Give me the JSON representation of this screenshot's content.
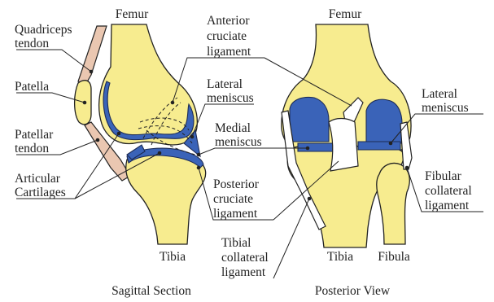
{
  "sagittal": {
    "title": "Sagittal Section",
    "femur": "Femur",
    "tibia": "Tibia",
    "quadriceps_tendon": [
      "Quadriceps",
      "tendon"
    ],
    "patella": "Patella",
    "patellar_tendon": [
      "Patellar",
      "tendon"
    ],
    "articular_cartilages": [
      "Articular",
      "Cartilages"
    ],
    "anterior_cruciate": [
      "Anterior",
      "cruciate",
      "ligament"
    ],
    "lateral_meniscus": [
      "Lateral",
      "meniscus"
    ],
    "medial_meniscus": [
      "Medial",
      "meniscus"
    ],
    "posterior_cruciate": [
      "Posterior",
      "cruciate",
      "ligament"
    ],
    "tibial_collateral": [
      "Tibial",
      "collateral",
      "ligament"
    ]
  },
  "posterior": {
    "title": "Posterior View",
    "femur": "Femur",
    "tibia": "Tibia",
    "fibula": "Fibula",
    "lateral_meniscus": [
      "Lateral",
      "meniscus"
    ],
    "fibular_collateral": [
      "Fibular",
      "collateral",
      "ligament"
    ]
  },
  "colors": {
    "bone": "#f7ec8f",
    "cartilage": "#3a63b8",
    "tendon": "#eac7b1",
    "ligament": "#ffffff"
  }
}
